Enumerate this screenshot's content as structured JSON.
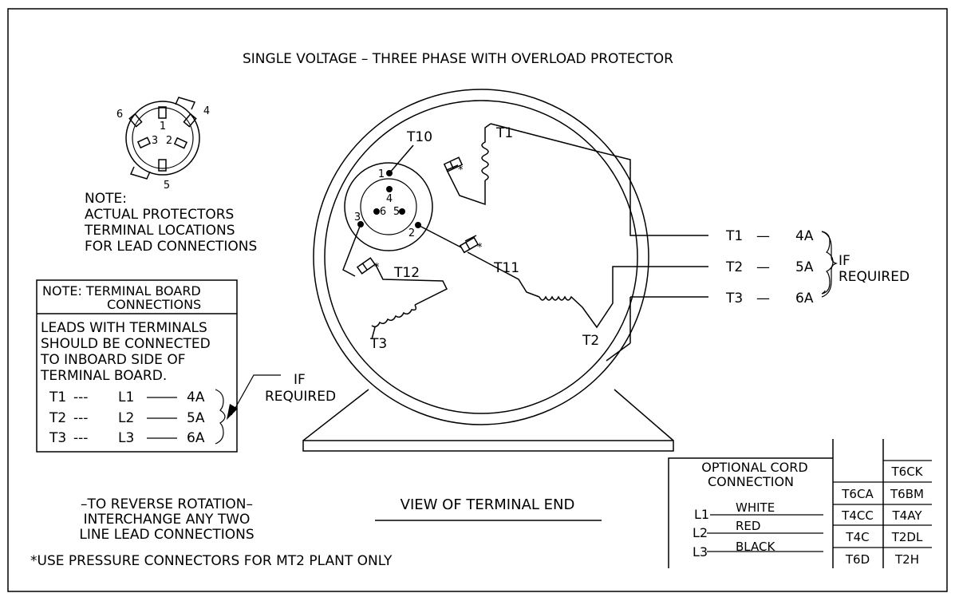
{
  "title": "SINGLE VOLTAGE – THREE PHASE WITH OVERLOAD PROTECTOR",
  "protector": {
    "pins": [
      "1",
      "2",
      "3",
      "4",
      "5",
      "6"
    ],
    "note": [
      "NOTE:",
      "ACTUAL PROTECTORS",
      "TERMINAL LOCATIONS",
      "FOR LEAD CONNECTIONS"
    ]
  },
  "motor": {
    "terminal_pins": [
      "1",
      "2",
      "3",
      "4",
      "5",
      "6"
    ],
    "leads": [
      "T10",
      "T1",
      "T11",
      "T12",
      "T3",
      "T2"
    ],
    "connector_marks": [
      "*",
      "*",
      "*"
    ]
  },
  "line_leads": [
    {
      "t": "T1",
      "dash": "—",
      "a": "4A"
    },
    {
      "t": "T2",
      "dash": "—",
      "a": "5A"
    },
    {
      "t": "T3",
      "dash": "—",
      "a": "6A"
    }
  ],
  "if_required_right": [
    "IF",
    "REQUIRED"
  ],
  "terminal_board": {
    "title": [
      "NOTE:  TERMINAL BOARD",
      "CONNECTIONS"
    ],
    "body": [
      "LEADS WITH TERMINALS",
      "SHOULD BE CONNECTED",
      "TO INBOARD SIDE OF",
      "TERMINAL BOARD."
    ],
    "rows": [
      {
        "t": "T1",
        "d": "---",
        "l": "L1",
        "a": "4A"
      },
      {
        "t": "T2",
        "d": "---",
        "l": "L2",
        "a": "5A"
      },
      {
        "t": "T3",
        "d": "---",
        "l": "L3",
        "a": "6A"
      }
    ],
    "if_required": [
      "IF",
      "REQUIRED"
    ]
  },
  "reverse_note": [
    "–TO REVERSE ROTATION–",
    "INTERCHANGE ANY TWO",
    "LINE LEAD CONNECTIONS"
  ],
  "view_label": "VIEW OF TERMINAL END",
  "footnote": "*USE PRESSURE CONNECTORS FOR MT2 PLANT ONLY",
  "cord": {
    "title": [
      "OPTIONAL CORD",
      "CONNECTION"
    ],
    "lines": [
      {
        "l": "L1",
        "color": "WHITE"
      },
      {
        "l": "L2",
        "color": "RED"
      },
      {
        "l": "L3",
        "color": "BLACK"
      }
    ],
    "col1": [
      "",
      "T6CA",
      "T4CC",
      "T4C",
      "T6D"
    ],
    "col2": [
      "T6CK",
      "T6BM",
      "T4AY",
      "T2DL",
      "T2H"
    ]
  }
}
